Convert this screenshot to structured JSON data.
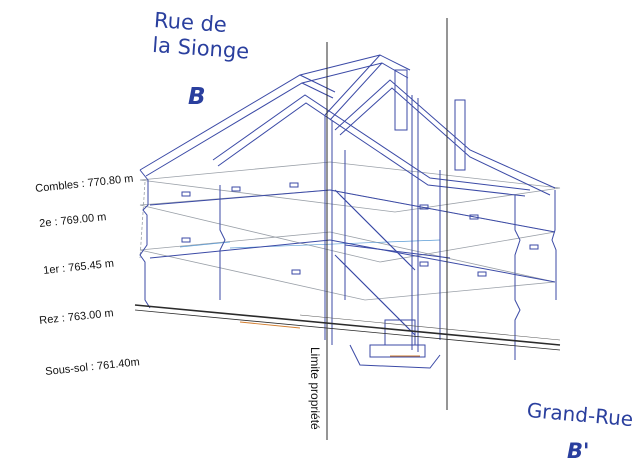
{
  "street_top": {
    "line1": "Rue de",
    "line2": "la Sionge",
    "code": "B"
  },
  "street_bottom": {
    "name": "Grand-Rue",
    "code": "B'"
  },
  "levels": [
    {
      "label": "Combles : 770.80 m"
    },
    {
      "label": "2e : 769.00 m"
    },
    {
      "label": "1er : 765.45 m"
    },
    {
      "label": "Rez : 763.00 m"
    },
    {
      "label": "Sous-sol : 761.40m"
    }
  ],
  "property_limit": "Limite propriété",
  "colors": {
    "drawing": "#3b4aa6",
    "accent": "#2a3f9e",
    "plane": "#9aa0a8",
    "ground": "#2b2b2b"
  }
}
